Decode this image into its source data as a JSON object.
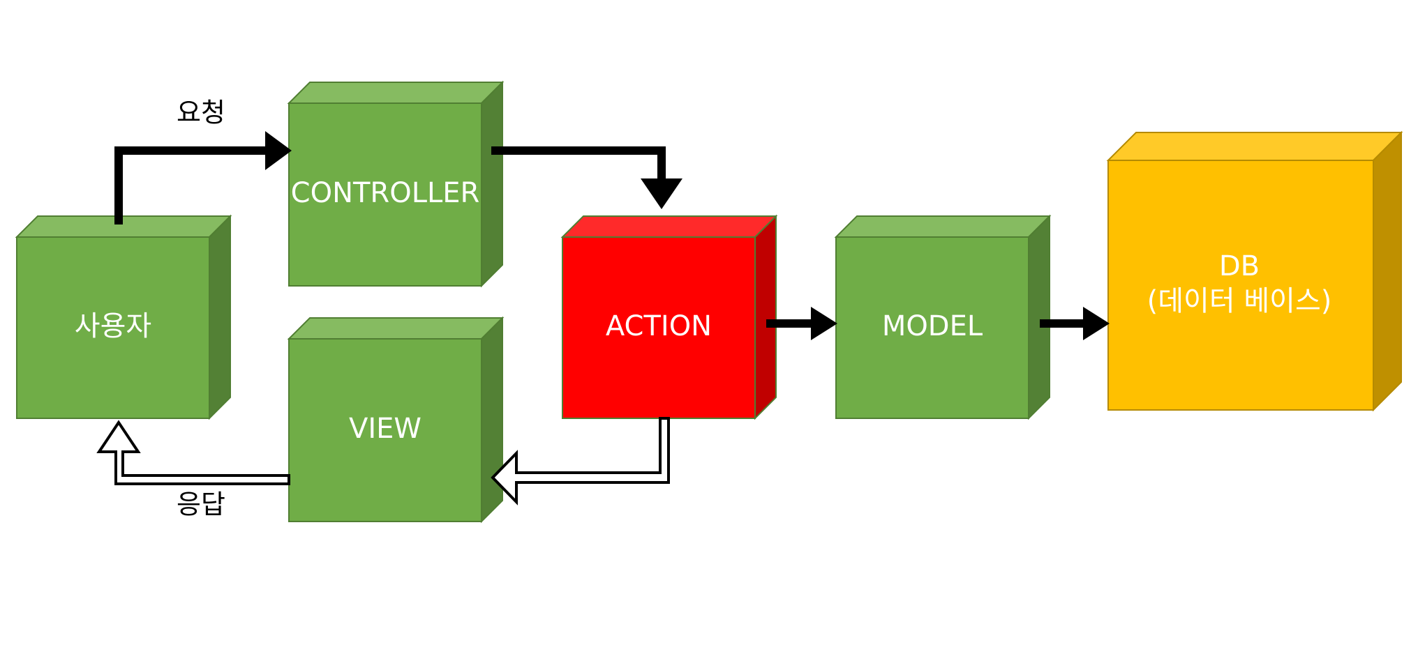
{
  "nodes": {
    "user": {
      "label": "사용자"
    },
    "controller": {
      "label": "CONTROLLER"
    },
    "view": {
      "label": "VIEW"
    },
    "action": {
      "label": "ACTION"
    },
    "model": {
      "label": "MODEL"
    },
    "db": {
      "label_line1": "DB",
      "label_line2": "(데이터 베이스)"
    }
  },
  "edges": {
    "request": {
      "label": "요청"
    },
    "response": {
      "label": "응답"
    }
  },
  "colors": {
    "green_front": "#70AD47",
    "green_top": "#86BB61",
    "green_side": "#538135",
    "red_front": "#FF0000",
    "red_top": "#FF2A2A",
    "red_side": "#C00000",
    "gold_front": "#FFC000",
    "gold_top": "#FFCA28",
    "gold_side": "#BF9000"
  }
}
